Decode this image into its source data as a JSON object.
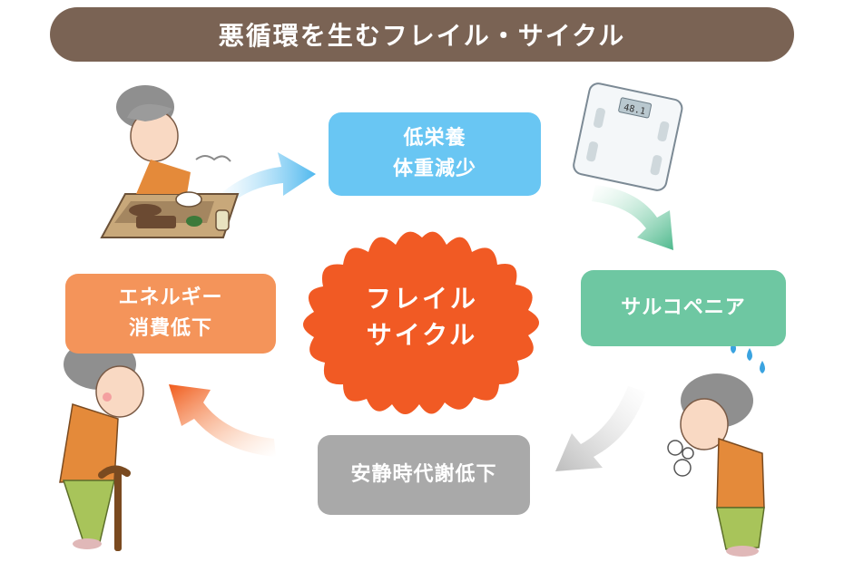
{
  "title": "悪循環を生むフレイル・サイクル",
  "center": {
    "line1": "フレイル",
    "line2": "サイクル"
  },
  "boxes": {
    "diet": {
      "line1": "低栄養",
      "line2": "体重減少",
      "color": "#69c6f3"
    },
    "sarcopenia": {
      "label": "サルコペニア",
      "color": "#6ec7a2"
    },
    "metabolism": {
      "label": "安静時代謝低下",
      "color": "#a9a9a9"
    },
    "energy": {
      "line1": "エネルギー",
      "line2": "消費低下",
      "color": "#f4945a"
    }
  },
  "scale_display": "48.1",
  "colors": {
    "banner": "#7a6354",
    "burst": "#f15a24"
  }
}
